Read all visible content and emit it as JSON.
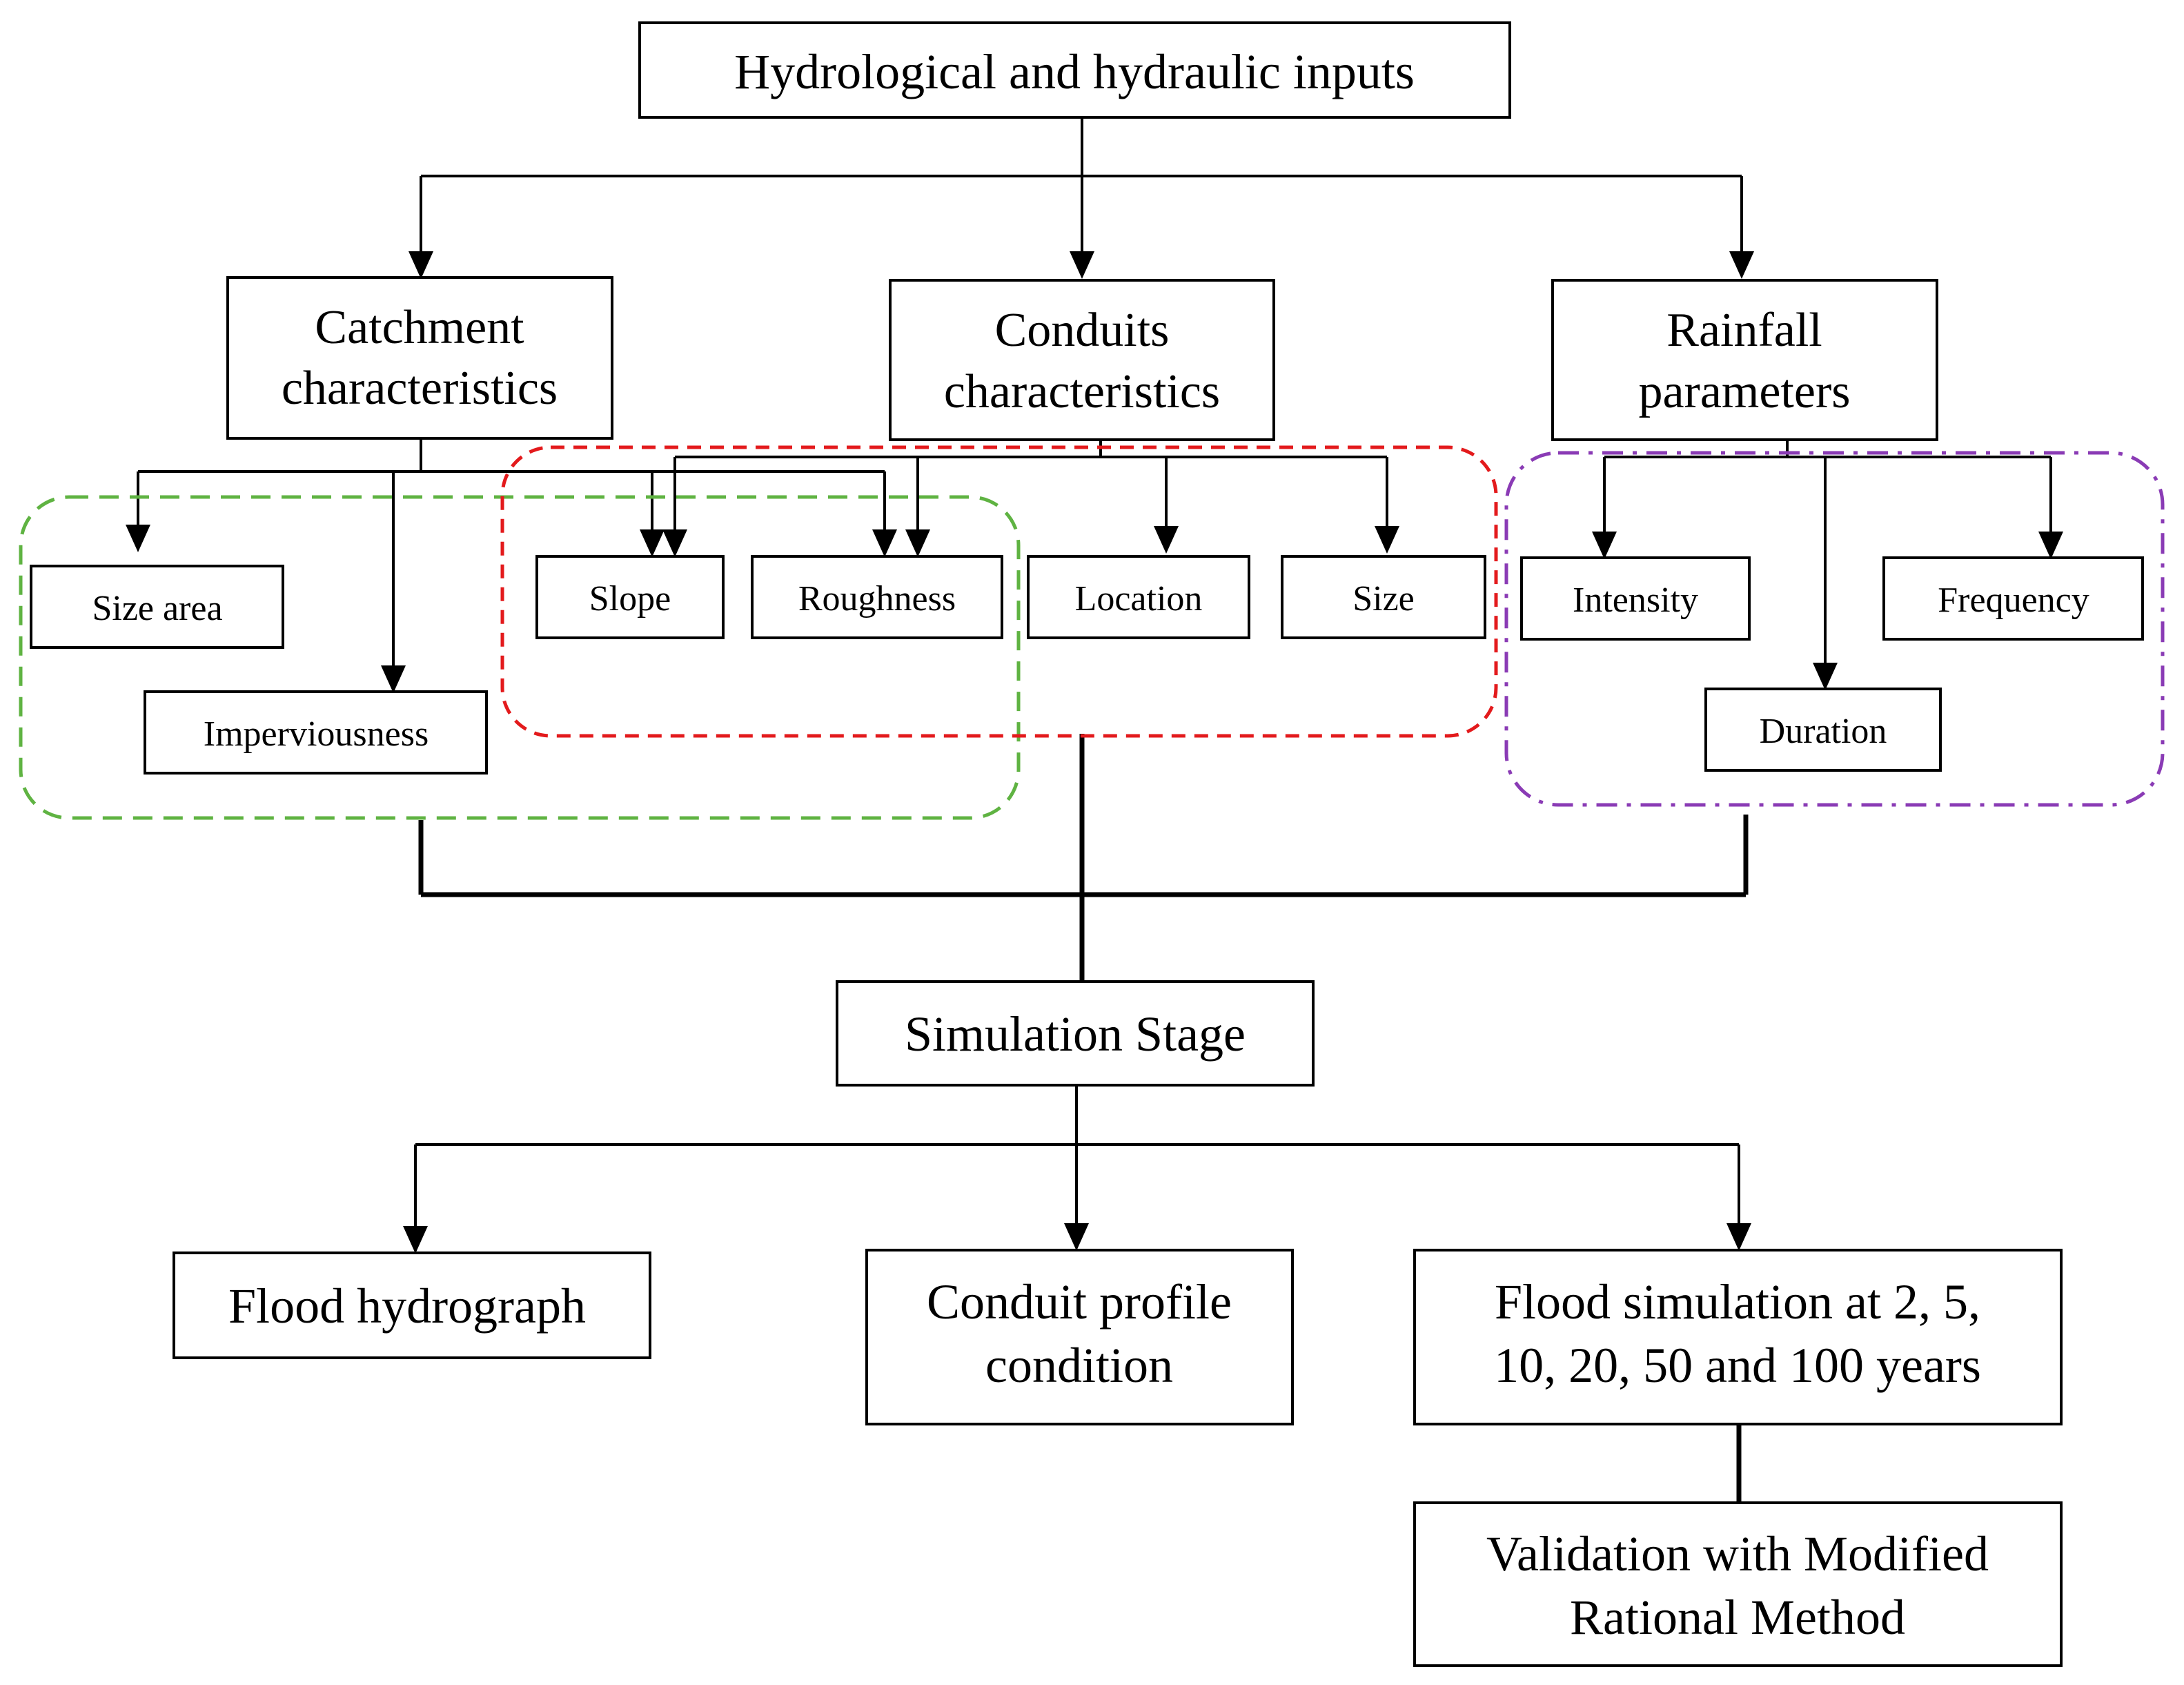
{
  "colors": {
    "catchment_group": "#5fb342",
    "conduit_group": "#e31a1c",
    "rainfall_group": "#8a3bb5",
    "lines": "#000000"
  },
  "nodes": {
    "inputs": {
      "text": "Hydrological and hydraulic inputs"
    },
    "catchment": {
      "line1": "Catchment",
      "line2": "characteristics"
    },
    "conduits": {
      "line1": "Conduits",
      "line2": "characteristics"
    },
    "rainfall": {
      "line1": "Rainfall",
      "line2": "parameters"
    },
    "size_area": {
      "text": "Size area"
    },
    "imperviousness": {
      "text": "Imperviousness"
    },
    "slope": {
      "text": "Slope"
    },
    "roughness": {
      "text": "Roughness"
    },
    "location": {
      "text": "Location"
    },
    "size": {
      "text": "Size"
    },
    "intensity": {
      "text": "Intensity"
    },
    "frequency": {
      "text": "Frequency"
    },
    "duration": {
      "text": "Duration"
    },
    "simulation": {
      "text": "Simulation Stage"
    },
    "hydrograph": {
      "text": "Flood hydrograph"
    },
    "conduit_profile": {
      "line1": "Conduit profile",
      "line2": "condition"
    },
    "flood_sim": {
      "line1": "Flood simulation at 2, 5,",
      "line2": "10, 20, 50 and 100 years"
    },
    "validation": {
      "line1": "Validation with Modified",
      "line2": "Rational Method"
    }
  }
}
